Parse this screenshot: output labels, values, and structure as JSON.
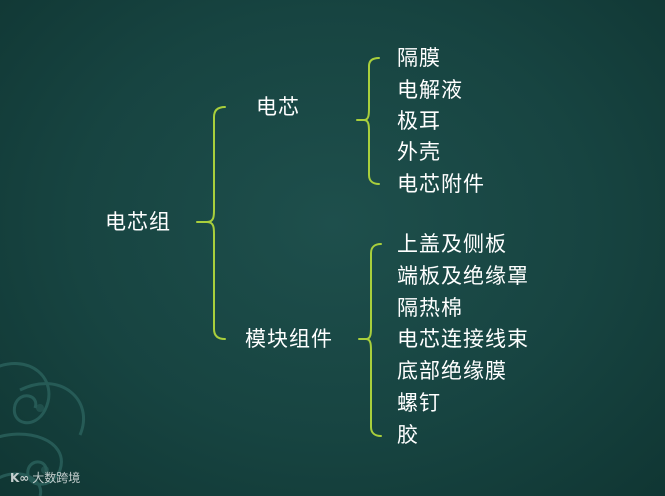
{
  "diagram": {
    "root": {
      "label": "电芯组"
    },
    "branches": [
      {
        "label": "电芯",
        "children": [
          "隔膜",
          "电解液",
          "极耳",
          "外壳",
          "电芯附件"
        ]
      },
      {
        "label": "模块组件",
        "children": [
          "上盖及侧板",
          "端板及绝缘罩",
          "隔热棉",
          "电芯连接线束",
          "底部绝缘膜",
          "螺钉",
          "胶"
        ]
      }
    ],
    "line_color": "#a9cf3c"
  },
  "watermark": {
    "logo": "K∞",
    "text": "大数跨境"
  }
}
